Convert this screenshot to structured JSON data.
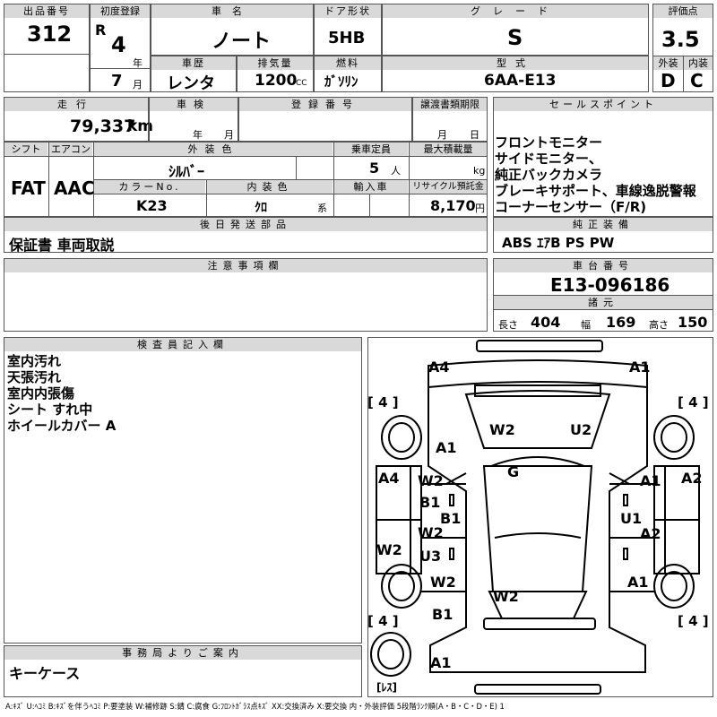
{
  "header": {
    "lot_label": "出品番号",
    "lot_no": "312",
    "reg_label": "初度登録",
    "era": "R",
    "year": "4",
    "year_unit": "年",
    "month": "7",
    "month_unit": "月",
    "name_label": "車名",
    "name": "ノート",
    "door_label": "ドア形状",
    "door": "5HB",
    "grade_label": "グレード",
    "grade": "S",
    "score_label": "評価点",
    "score": "3.5",
    "history_label": "車歴",
    "history": "レンタ",
    "disp_label": "排気量",
    "disp": "1200",
    "disp_unit": "CC",
    "fuel_label": "燃料",
    "fuel": "ｶﾞｿﾘﾝ",
    "model_label": "型式",
    "model": "6AA-E13",
    "ext_label": "外装",
    "ext": "D",
    "int_label": "内装",
    "int": "C"
  },
  "mid": {
    "mileage_label": "走行",
    "mileage": "79,337",
    "mileage_unit": "km",
    "inspect_label": "車検",
    "inspect_year": "年",
    "inspect_month": "月",
    "regno_label": "登録番号",
    "transfer_label": "譲渡書類期限",
    "transfer_month": "月",
    "transfer_day": "日",
    "shift_label": "シフト",
    "shift": "FAT",
    "ac_label": "エアコン",
    "ac": "AAC",
    "color_label": "外装色",
    "color": "ｼﾙﾊﾞｰ",
    "capacity_label": "乗車定員",
    "capacity": "5",
    "capacity_unit": "人",
    "load_label": "最大積載量",
    "load_unit": "kg",
    "colorno_label": "カラーNo.",
    "colorno": "K23",
    "intcolor_label": "内装色",
    "intcolor": "ｸﾛ",
    "intcolor_unit": "系",
    "import_label": "輸入車",
    "recycle_label": "リサイクル預託金",
    "recycle": "8,170",
    "recycle_unit": "円",
    "later_label": "後日発送部品",
    "later": "保証書 車両取説"
  },
  "sales": {
    "label": "セールスポイント",
    "lines": [
      "フロントモニター",
      "サイドモニター、",
      "純正バックカメラ",
      "ブレーキサポート、車線逸脱警報",
      "コーナーセンサー（F/R)"
    ]
  },
  "equip": {
    "label": "純正装備",
    "value": "ABS ｴｱB PS PW"
  },
  "notes": {
    "label": "注意事項欄"
  },
  "chassis": {
    "label": "車台番号",
    "value": "E13-096186"
  },
  "dims": {
    "label": "諸元",
    "len_label": "長さ",
    "len": "404",
    "wid_label": "幅",
    "wid": "169",
    "hgt_label": "高さ",
    "hgt": "150"
  },
  "inspector": {
    "label": "検査員記入欄",
    "lines": [
      "室内汚れ",
      "天張汚れ",
      "室内内張傷",
      "シート すれ中",
      "ホイールカバー A"
    ]
  },
  "office": {
    "label": "事務局よりご案内",
    "value": "キーケース"
  },
  "diagram": {
    "marks": [
      "A4",
      "A1",
      "W2",
      "U2",
      "A1",
      "G",
      "A4",
      "W2",
      "B1",
      "B1",
      "A1",
      "U1",
      "A2",
      "W2",
      "W2",
      "U3",
      "A2",
      "W2",
      "A1",
      "W2",
      "B1",
      "A1"
    ],
    "tires": [
      "[ 4 ]",
      "[ 4 ]",
      "[ 4 ]",
      "[ 4 ]",
      "[ﾚｽ]"
    ]
  },
  "legend": "A:ｷｽﾞ U:ﾍｺﾐ B:ｷｽﾞを伴うﾍｺﾐ P:要塗装 W:補修跡 S:錆 C:腐食 G:ﾌﾛﾝﾄｶﾞﾗｽ点ｷｽﾞ XX:交換済み X:要交換 内・外装評価 5段階ﾗﾝｸ順(A・B・C・D・E) 1"
}
